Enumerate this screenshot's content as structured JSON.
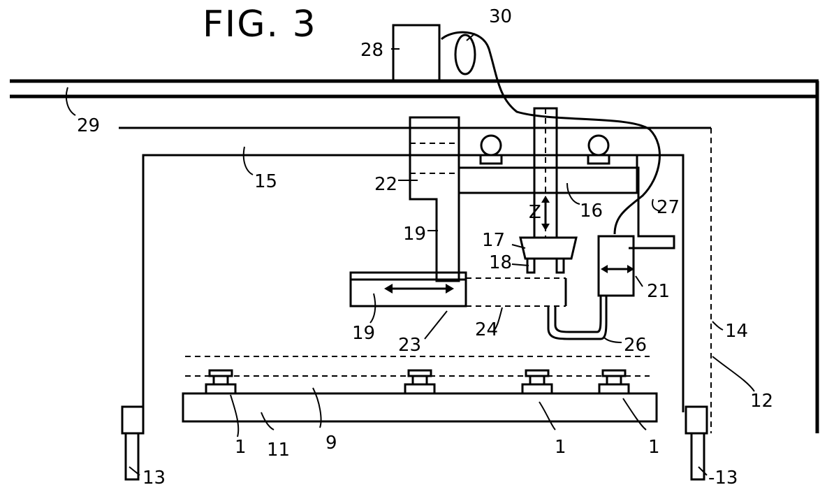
{
  "figure": {
    "title": "FIG. 3",
    "labels": {
      "l28": "28",
      "l30": "30",
      "l29": "29",
      "l15": "15",
      "l22": "22",
      "l16": "16",
      "l27": "27",
      "lZ": "Z",
      "l19a": "19",
      "l17": "17",
      "l18": "18",
      "l21": "21",
      "l19b": "19",
      "l23": "23",
      "l24": "24",
      "l26": "26",
      "l14": "14",
      "l12": "12",
      "l1a": "1",
      "l11": "11",
      "l9": "9",
      "l1b": "1",
      "l1c": "1",
      "l13a": "13",
      "l13b": "-13"
    }
  }
}
